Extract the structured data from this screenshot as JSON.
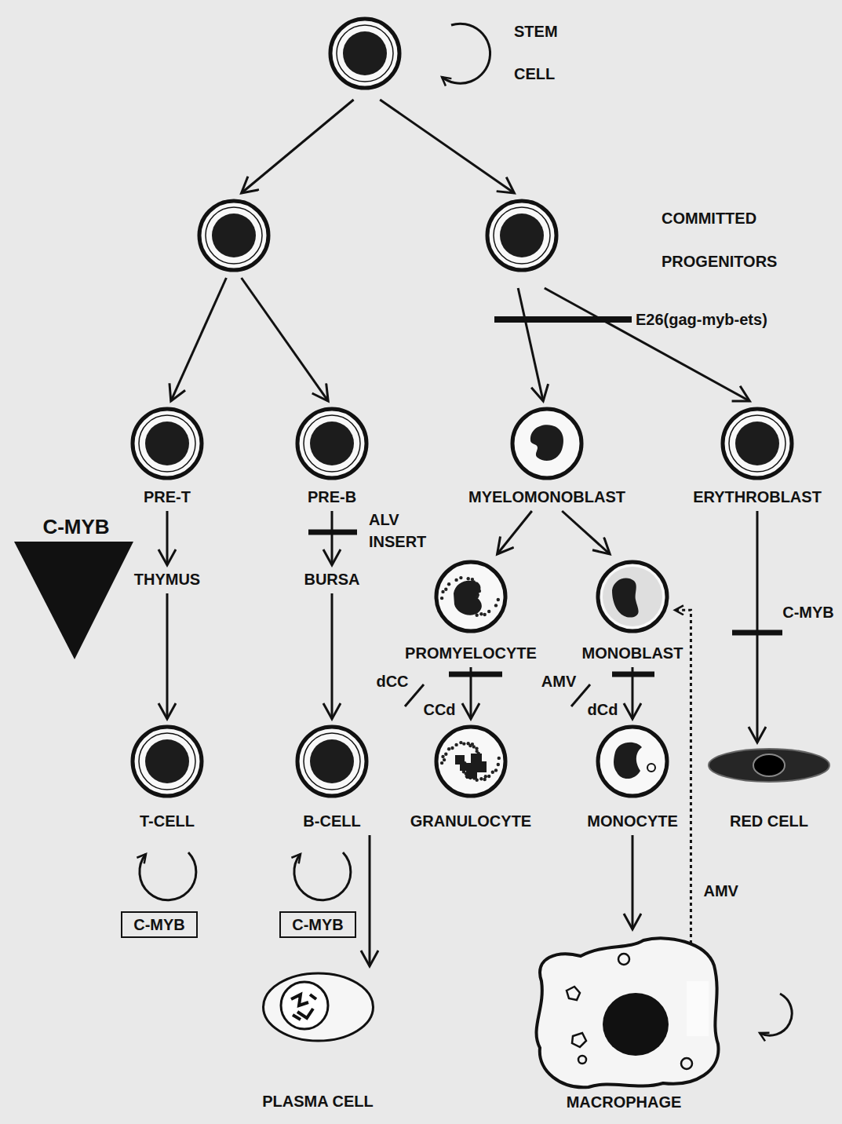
{
  "diagram": {
    "nodes": [
      {
        "text": [
          "STEM CELL"
        ]
      },
      {
        "text": []
      },
      {
        "text": [
          "COMMITTED PROGENITORS"
        ]
      },
      {
        "text": [
          "PRE-T"
        ]
      },
      {
        "text": [
          "PRE-B"
        ]
      },
      {
        "text": [
          "MYELOMONOBLAST"
        ]
      },
      {
        "text": [
          "ERYTHROBLAST"
        ]
      },
      {
        "text": [
          "THYMUS"
        ]
      },
      {
        "text": [
          "BURSA"
        ]
      },
      {
        "text": [
          "PROMYELOCYTE"
        ]
      },
      {
        "text": [
          "MONOBLAST"
        ]
      },
      {
        "text": [
          "T-CELL"
        ]
      },
      {
        "text": [
          "B-CELL"
        ]
      },
      {
        "text": [
          "GRANULOCYTE"
        ]
      },
      {
        "text": [
          "MONOCYTE"
        ]
      },
      {
        "text": [
          "RED CELL"
        ]
      },
      {
        "text": [
          "C-MYB"
        ]
      },
      {
        "text": [
          "C-MYB"
        ]
      },
      {
        "text": [
          "PLASMA CELL"
        ]
      },
      {
        "text": [
          "MACROPHAGE"
        ]
      }
    ],
    "edges": [
      {
        "from": 0,
        "to": 1,
        "arrow": "to"
      },
      {
        "from": 0,
        "to": 2,
        "arrow": "to"
      },
      {
        "from": 1,
        "to": 3,
        "arrow": "to"
      },
      {
        "from": 1,
        "to": 4,
        "arrow": "to"
      },
      {
        "from": 2,
        "to": 5,
        "arrow": "to"
      },
      {
        "from": 2,
        "to": 6,
        "arrow": "to"
      },
      {
        "from": 3,
        "to": 7,
        "arrow": "to"
      },
      {
        "from": 4,
        "to": 8,
        "arrow": "to"
      },
      {
        "from": 5,
        "to": 9,
        "arrow": "to"
      },
      {
        "from": 5,
        "to": 10,
        "arrow": "to"
      },
      {
        "from": 6,
        "to": 15,
        "arrow": "to"
      },
      {
        "from": 7,
        "to": 11,
        "arrow": "to"
      },
      {
        "from": 8,
        "to": 12,
        "arrow": "to"
      },
      {
        "from": 9,
        "to": 13,
        "arrow": "to"
      },
      {
        "from": 10,
        "to": 14,
        "arrow": "to"
      },
      {
        "from": 12,
        "to": 18,
        "arrow": "to"
      },
      {
        "from": 14,
        "to": 19,
        "arrow": "to"
      },
      {
        "from": 19,
        "to": 10,
        "arrow": "to",
        "label": "AMV"
      }
    ],
    "labels": [
      "E26(gag-myb-ets)",
      "C-MYB",
      "ALV INSERT",
      "C-MYB",
      "dCC",
      "AMV",
      "CCd",
      "dCd"
    ]
  }
}
